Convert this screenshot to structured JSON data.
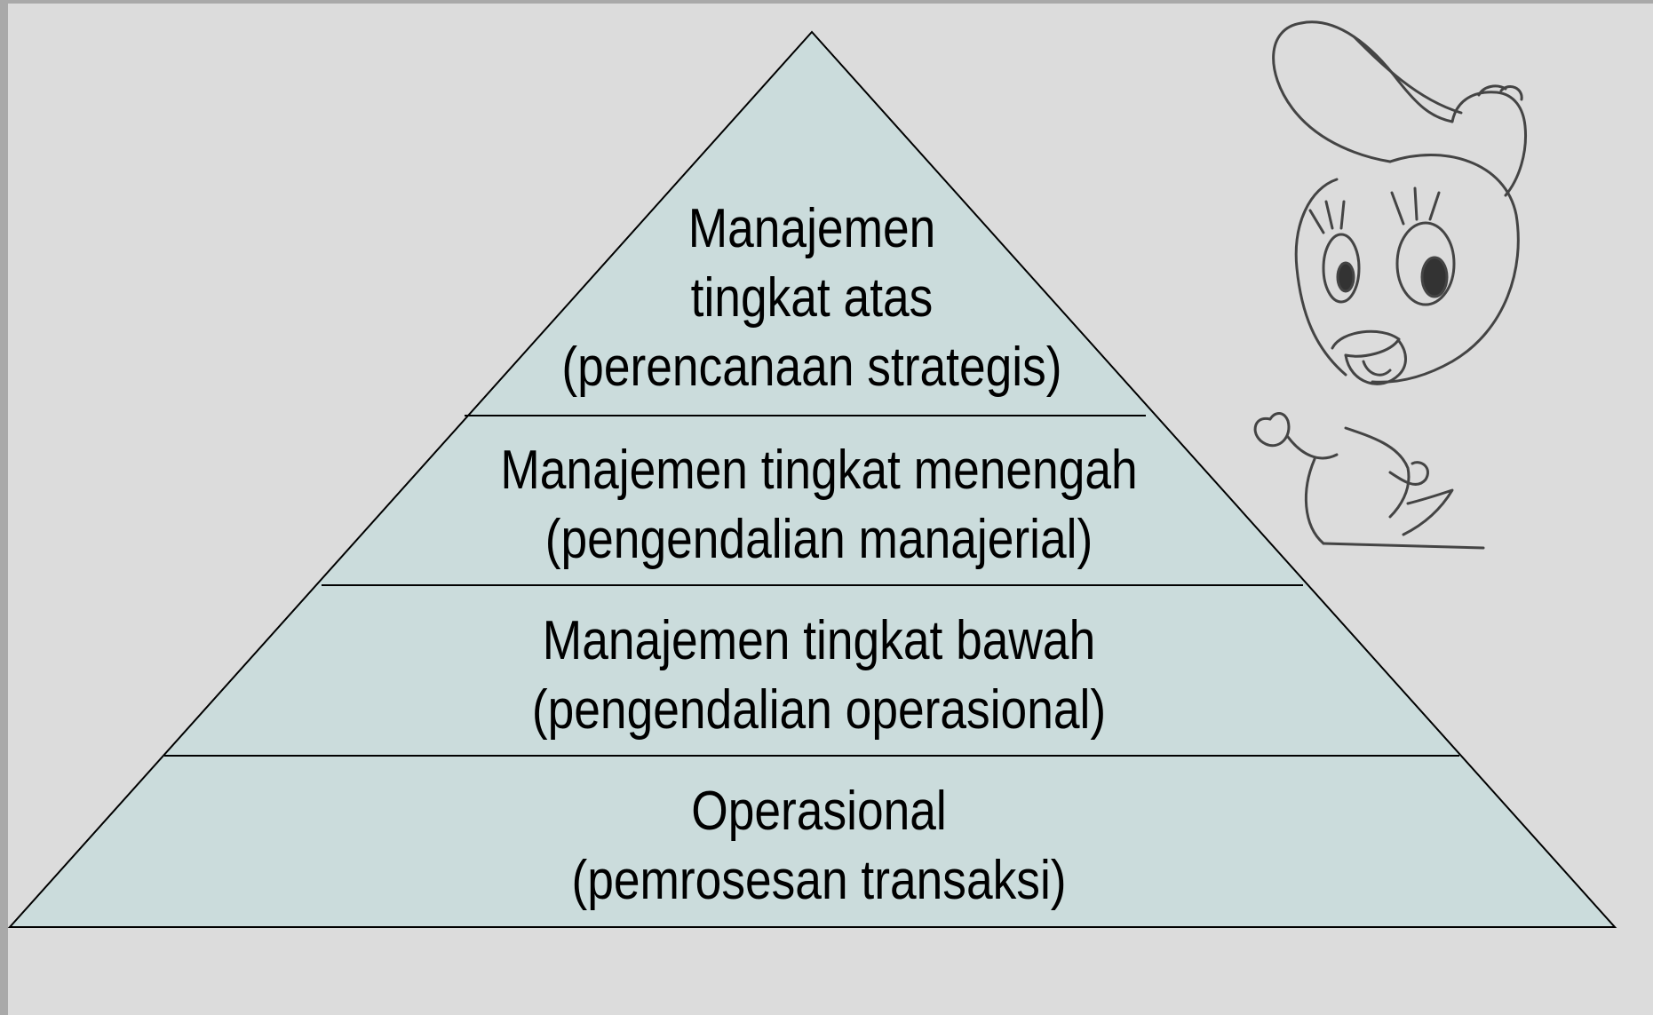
{
  "diagram": {
    "type": "pyramid",
    "fill_color": "#cbdcdc",
    "line_color": "#000000",
    "background_color": "#dcdcdc",
    "tiers": [
      {
        "lines": [
          "Manajemen",
          "tingkat atas",
          "(perencanaan strategis)"
        ]
      },
      {
        "lines": [
          "Manajemen tingkat menengah",
          "(pengendalian manajerial)"
        ]
      },
      {
        "lines": [
          "Manajemen tingkat bawah",
          "(pengendalian operasional)"
        ]
      },
      {
        "lines": [
          "Operasional",
          "(pemrosesan transaksi)"
        ]
      }
    ]
  },
  "illustration": {
    "icon": "cartoon-bird-with-cap-icon"
  }
}
